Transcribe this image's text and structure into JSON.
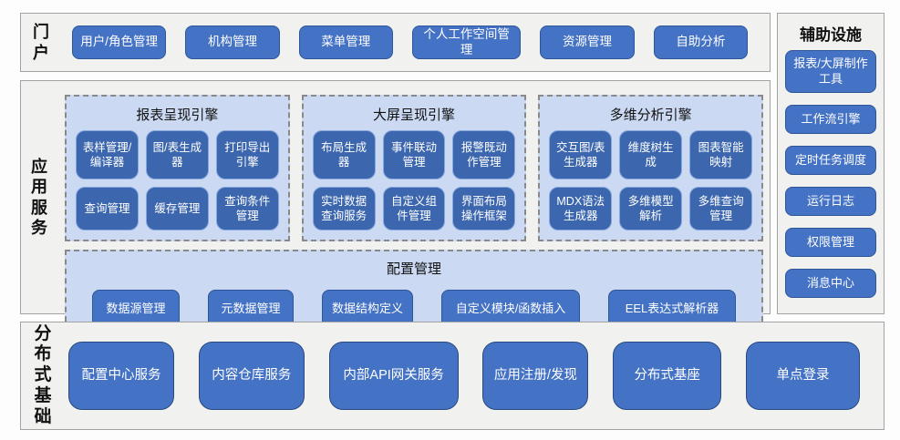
{
  "colors": {
    "node_blue": "#4472c4",
    "node_border": "#2e5597",
    "engine_node_blue": "#3c66ae",
    "group_bg": "#ccd9f2",
    "section_bg": "#f1f1f0",
    "section_border": "#a3a3a3"
  },
  "sections": {
    "portal": {
      "label": "门户",
      "buttons": [
        "用户/角色管理",
        "机构管理",
        "菜单管理",
        "个人工作空间管理",
        "资源管理",
        "自助分析"
      ]
    },
    "app_services": {
      "label": "应用服务",
      "engines": [
        {
          "title": "报表呈现引擎",
          "rows": [
            [
              "表样管理/编译器",
              "图/表生成器",
              "打印导出引擎"
            ],
            [
              "查询管理",
              "缓存管理",
              "查询条件管理"
            ]
          ]
        },
        {
          "title": "大屏呈现引擎",
          "rows": [
            [
              "布局生成器",
              "事件联动管理",
              "报警既动作管理"
            ],
            [
              "实时数据查询服务",
              "自定义组件管理",
              "界面布局操作框架"
            ]
          ]
        },
        {
          "title": "多维分析引擎",
          "rows": [
            [
              "交互图/表生成器",
              "维度树生成",
              "图表智能映射"
            ],
            [
              "MDX语法生成器",
              "多维模型解析",
              "多维查询管理"
            ]
          ]
        }
      ],
      "config": {
        "title": "配置管理",
        "buttons": [
          "数据源管理",
          "元数据管理",
          "数据结构定义",
          "自定义模块/函数插入",
          "EEL表达式解析器"
        ]
      }
    },
    "auxiliary": {
      "title": "辅助设施",
      "buttons": [
        "报表/大屏制作工具",
        "工作流引擎",
        "定时任务调度",
        "运行日志",
        "权限管理",
        "消息中心"
      ]
    },
    "distributed": {
      "label": "分布式基础",
      "buttons": [
        "配置中心服务",
        "内容仓库服务",
        "内部API网关服务",
        "应用注册/发现",
        "分布式基座",
        "单点登录"
      ]
    }
  }
}
